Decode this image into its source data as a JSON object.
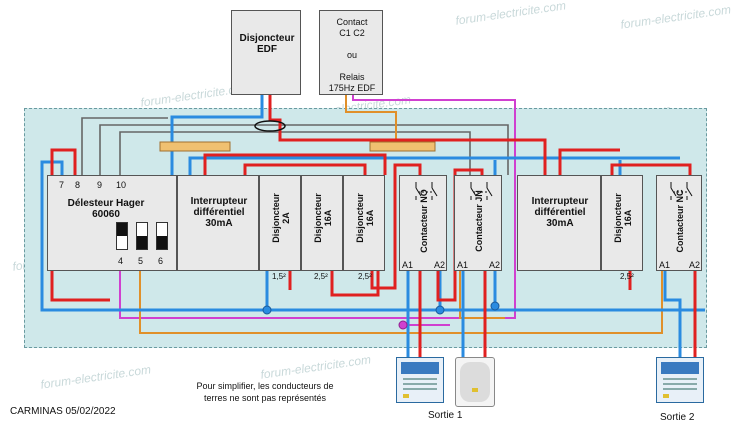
{
  "edf_box": {
    "line1": "Disjoncteur",
    "line2": "EDF"
  },
  "contact_box": {
    "line1": "Contact",
    "line2": "C1 C2",
    "line3": "ou",
    "line4": "Relais",
    "line5": "175Hz EDF"
  },
  "delesteur": {
    "title1": "Délesteur Hager",
    "title2": "60060",
    "terminals": [
      "7",
      "8",
      "9",
      "10"
    ],
    "switch_labels": [
      "4",
      "5",
      "6"
    ]
  },
  "interrupteur_1": {
    "line1": "Interrupteur",
    "line2": "différentiel",
    "line3": "30mA"
  },
  "disjoncteur_2a": {
    "line1": "Disjoncteur",
    "line2": "2A",
    "section": "1,5²"
  },
  "disjoncteur_16a_1": {
    "line1": "Disjoncteur",
    "line2": "16A",
    "section": "2,5²"
  },
  "disjoncteur_16a_2": {
    "line1": "Disjoncteur",
    "line2": "16A",
    "section": "2,5²"
  },
  "contacteur_no": {
    "label": "Contacteur NO",
    "a1": "A1",
    "a2": "A2"
  },
  "contacteur_jn": {
    "label": "Contacteur JN",
    "a1": "A1",
    "a2": "A2"
  },
  "interrupteur_2": {
    "line1": "Interrupteur",
    "line2": "différentiel",
    "line3": "30mA"
  },
  "disjoncteur_16a_3": {
    "line1": "Disjoncteur",
    "line2": "16A",
    "section": "2,5²"
  },
  "contacteur_nc": {
    "label": "Contacteur NC",
    "a1": "A1",
    "a2": "A2"
  },
  "note": {
    "line1": "Pour simplifier, les conducteurs de",
    "line2": "terres ne sont pas représentés"
  },
  "author": "CARMINAS 05/02/2022",
  "sortie1": "Sortie 1",
  "sortie2": "Sortie 2",
  "watermark": "forum-electricite.com",
  "colors": {
    "phase": "#e02020",
    "neutral": "#2a8be0",
    "magenta": "#d040d0",
    "orange": "#e0902a",
    "grey": "#666666",
    "panel": "#cfe8ea"
  }
}
